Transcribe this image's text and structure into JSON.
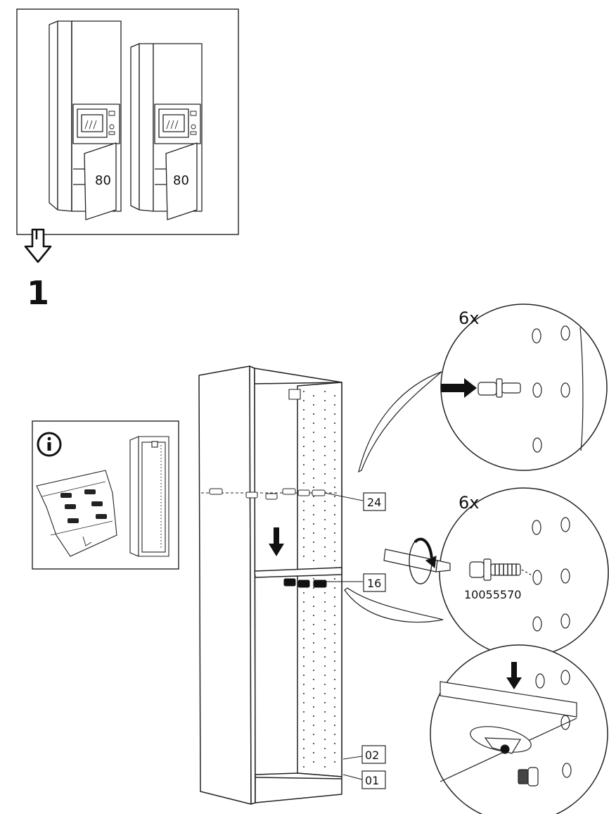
{
  "preview": {
    "cabinet_left_label": "80",
    "cabinet_right_label": "80"
  },
  "step": {
    "number": "1"
  },
  "info_box": {
    "icon": "info-icon"
  },
  "callouts": {
    "pins_qty": "6x",
    "screws_qty": "6x",
    "screw_part_number": "10055570"
  },
  "part_labels": {
    "shelf_pin": "24",
    "screw": "16",
    "side_panel": "02",
    "base_panel": "01"
  }
}
